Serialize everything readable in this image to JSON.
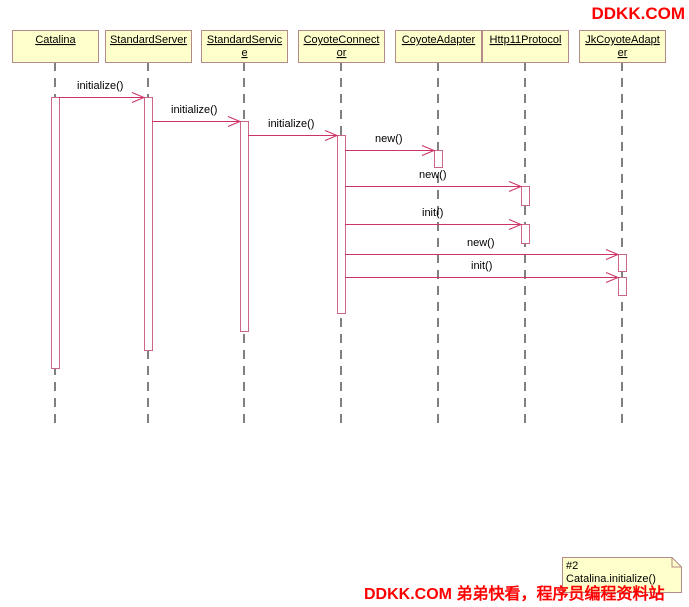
{
  "diagram": {
    "objects": [
      {
        "id": "catalina",
        "label_lines": [
          "Catalina"
        ]
      },
      {
        "id": "standardserver",
        "label_lines": [
          "StandardServer"
        ]
      },
      {
        "id": "standardservice",
        "label_lines": [
          "StandardServic",
          "e"
        ]
      },
      {
        "id": "coyoteconnector",
        "label_lines": [
          "CoyoteConnect",
          "or"
        ]
      },
      {
        "id": "coyoteadapter",
        "label_lines": [
          "CoyoteAdapter"
        ]
      },
      {
        "id": "http11protocol",
        "label_lines": [
          "Http11Protocol"
        ]
      },
      {
        "id": "jkcoyoteadapter",
        "label_lines": [
          "JkCoyoteAdapt",
          "er"
        ]
      }
    ],
    "messages": [
      {
        "from": "catalina",
        "to": "standardserver",
        "label": "initialize()"
      },
      {
        "from": "standardserver",
        "to": "standardservice",
        "label": "initialize()"
      },
      {
        "from": "standardservice",
        "to": "coyoteconnector",
        "label": "initialize()"
      },
      {
        "from": "coyoteconnector",
        "to": "coyoteadapter",
        "label": "new()"
      },
      {
        "from": "coyoteconnector",
        "to": "http11protocol",
        "label": "new()"
      },
      {
        "from": "coyoteconnector",
        "to": "http11protocol",
        "label": "init()"
      },
      {
        "from": "coyoteconnector",
        "to": "jkcoyoteadapter",
        "label": "new()"
      },
      {
        "from": "coyoteconnector",
        "to": "jkcoyoteadapter",
        "label": "init()"
      }
    ],
    "note": {
      "lines": [
        "#2",
        "Catalina.initialize()"
      ]
    }
  },
  "watermark": {
    "top": "DDKK.COM",
    "bottom": "DDKK.COM 弟弟快看，程序员编程资料站",
    "color": "#ff0000"
  }
}
